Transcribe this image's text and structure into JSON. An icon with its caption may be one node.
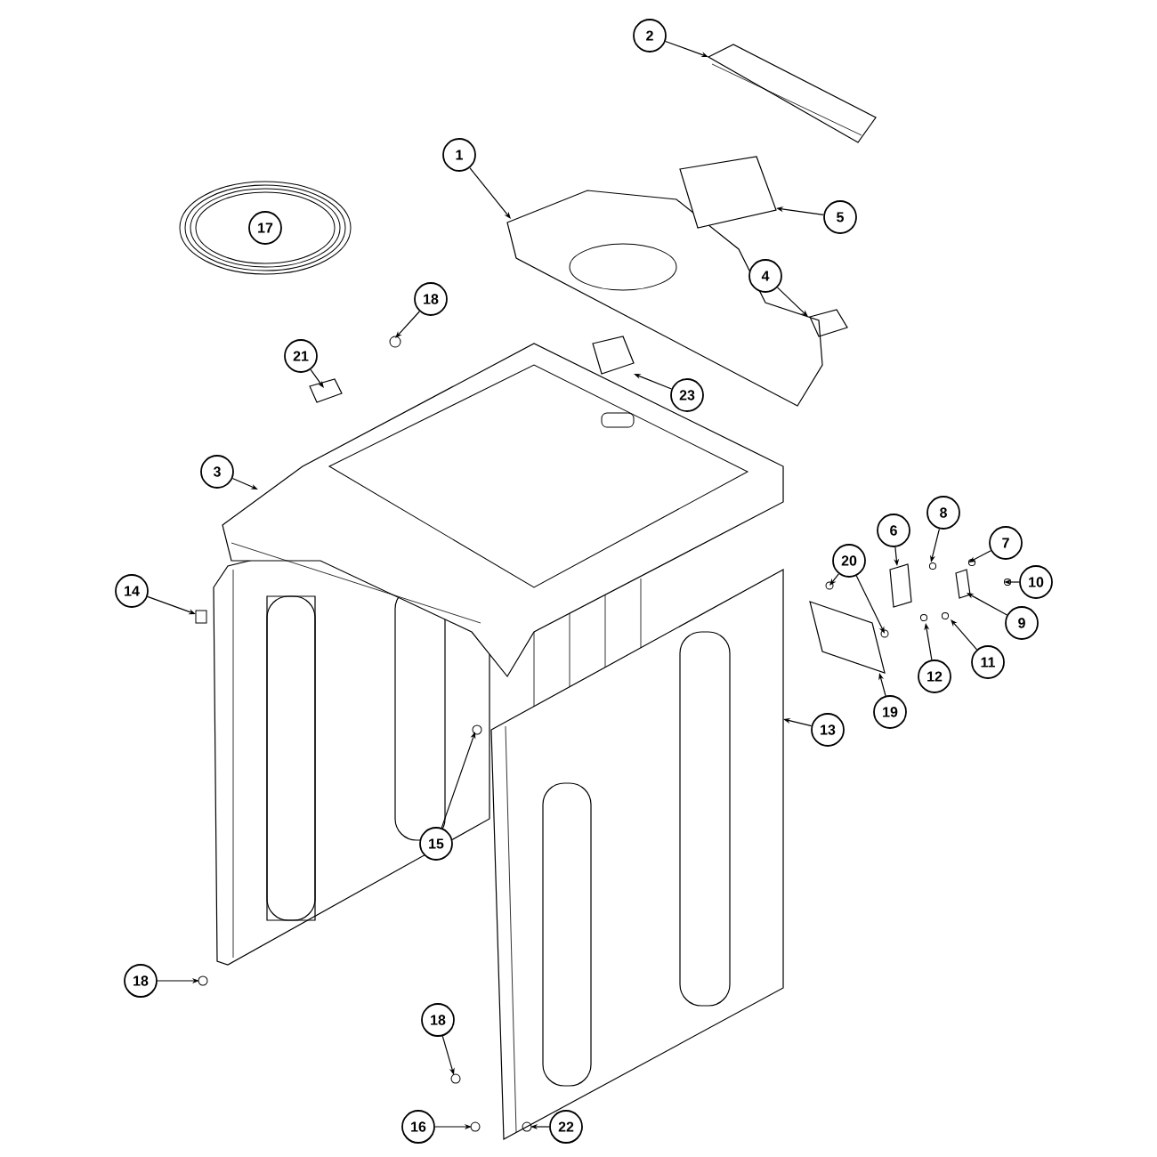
{
  "diagram": {
    "nodes": [
      {
        "text": [
          "2"
        ]
      },
      {
        "text": [
          "1"
        ]
      },
      {
        "text": [
          "5"
        ]
      },
      {
        "text": [
          "4"
        ]
      },
      {
        "text": [
          "17"
        ]
      },
      {
        "text": [
          "18"
        ]
      },
      {
        "text": [
          "21"
        ]
      },
      {
        "text": [
          "23"
        ]
      },
      {
        "text": [
          "3"
        ]
      },
      {
        "text": [
          "14"
        ]
      },
      {
        "text": [
          "8"
        ]
      },
      {
        "text": [
          "6"
        ]
      },
      {
        "text": [
          "7"
        ]
      },
      {
        "text": [
          "20"
        ]
      },
      {
        "text": [
          "10"
        ]
      },
      {
        "text": [
          "9"
        ]
      },
      {
        "text": [
          "12"
        ]
      },
      {
        "text": [
          "11"
        ]
      },
      {
        "text": [
          "19"
        ]
      },
      {
        "text": [
          "13"
        ]
      },
      {
        "text": [
          "15"
        ]
      },
      {
        "text": [
          "18"
        ]
      },
      {
        "text": [
          "18"
        ]
      },
      {
        "text": [
          "16"
        ]
      },
      {
        "text": [
          "22"
        ]
      }
    ],
    "edges": [
      {
        "from": 0,
        "to": null,
        "arrow": "to"
      },
      {
        "from": 1,
        "to": null,
        "arrow": "to"
      },
      {
        "from": 2,
        "to": null,
        "arrow": "to"
      },
      {
        "from": 3,
        "to": null,
        "arrow": "to"
      },
      {
        "from": 5,
        "to": null,
        "arrow": "to"
      },
      {
        "from": 6,
        "to": null,
        "arrow": "to"
      },
      {
        "from": 7,
        "to": null,
        "arrow": "to"
      },
      {
        "from": 8,
        "to": null,
        "arrow": "to"
      },
      {
        "from": 9,
        "to": null,
        "arrow": "to"
      },
      {
        "from": 10,
        "to": null,
        "arrow": "to"
      },
      {
        "from": 11,
        "to": null,
        "arrow": "to"
      },
      {
        "from": 12,
        "to": null,
        "arrow": "to"
      },
      {
        "from": 13,
        "to": null,
        "arrow": "to"
      },
      {
        "from": 13,
        "to": null,
        "arrow": "to"
      },
      {
        "from": 14,
        "to": null,
        "arrow": "to"
      },
      {
        "from": 15,
        "to": null,
        "arrow": "to"
      },
      {
        "from": 16,
        "to": null,
        "arrow": "to"
      },
      {
        "from": 17,
        "to": null,
        "arrow": "to"
      },
      {
        "from": 18,
        "to": null,
        "arrow": "to"
      },
      {
        "from": 19,
        "to": null,
        "arrow": "to"
      },
      {
        "from": 20,
        "to": null,
        "arrow": "to"
      },
      {
        "from": 21,
        "to": null,
        "arrow": "to"
      },
      {
        "from": 22,
        "to": null,
        "arrow": "to"
      },
      {
        "from": 23,
        "to": null,
        "arrow": "to"
      },
      {
        "from": 24,
        "to": null,
        "arrow": "to"
      }
    ]
  }
}
